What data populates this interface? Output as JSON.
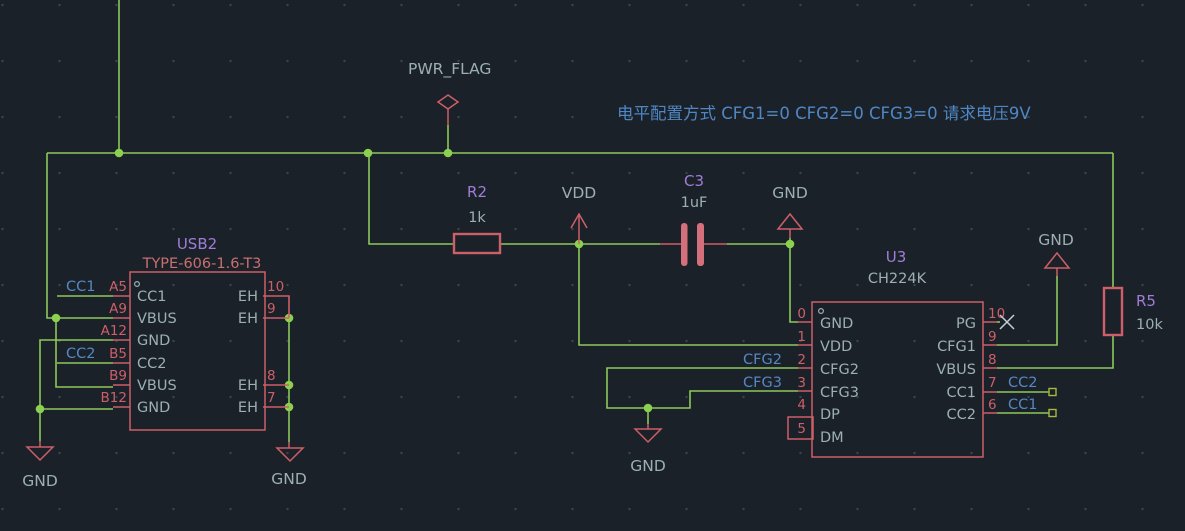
{
  "colors": {
    "background": "#1b2128",
    "grid_dot": "#39414b",
    "wire": "#8cc85a",
    "junction": "#8bd14f",
    "component": "#cd5f69",
    "capacitor_fill": "#d4707c",
    "net_label": "#5587c3",
    "refdes": "#a07dd7",
    "pin_text": "#9bafb4",
    "usb_value": "#c87070",
    "no_connect": "#c8d0d4",
    "port_square": "#a8b83c",
    "annotation": "#4f87c5"
  },
  "annotation": {
    "text": "电平配置方式 CFG1=0 CFG2=0 CFG3=0 请求电压9V"
  },
  "power": {
    "pwr_flag": "PWR_FLAG",
    "vdd": "VDD",
    "gnd": "GND"
  },
  "net_labels": {
    "cc1_usb": "CC1",
    "cc2_usb": "CC2",
    "cfg2": "CFG2",
    "cfg3": "CFG3",
    "cc2_u3": "CC2",
    "cc1_u3": "CC1"
  },
  "components": {
    "usb2": {
      "refdes": "USB2",
      "value": "TYPE-606-1.6-T3",
      "left_pins": [
        {
          "number": "A5",
          "name": "CC1"
        },
        {
          "number": "A9",
          "name": "VBUS"
        },
        {
          "number": "A12",
          "name": "GND"
        },
        {
          "number": "B5",
          "name": "CC2"
        },
        {
          "number": "B9",
          "name": "VBUS"
        },
        {
          "number": "B12",
          "name": "GND"
        }
      ],
      "right_pins": [
        {
          "number": "10",
          "name": "EH"
        },
        {
          "number": "9",
          "name": "EH"
        },
        {
          "number": "8",
          "name": "EH"
        },
        {
          "number": "7",
          "name": "EH"
        }
      ]
    },
    "u3": {
      "refdes": "U3",
      "value": "CH224K",
      "left_pins": [
        {
          "number": "0",
          "name": "GND"
        },
        {
          "number": "1",
          "name": "VDD"
        },
        {
          "number": "2",
          "name": "CFG2"
        },
        {
          "number": "3",
          "name": "CFG3"
        },
        {
          "number": "4",
          "name": "DP"
        },
        {
          "number": "5",
          "name": "DM"
        }
      ],
      "right_pins": [
        {
          "number": "10",
          "name": "PG"
        },
        {
          "number": "9",
          "name": "CFG1"
        },
        {
          "number": "8",
          "name": "VBUS"
        },
        {
          "number": "7",
          "name": "CC1"
        },
        {
          "number": "6",
          "name": "CC2"
        }
      ]
    },
    "r2": {
      "refdes": "R2",
      "value": "1k"
    },
    "c3": {
      "refdes": "C3",
      "value": "1uF"
    },
    "r5": {
      "refdes": "R5",
      "value": "10k"
    }
  }
}
